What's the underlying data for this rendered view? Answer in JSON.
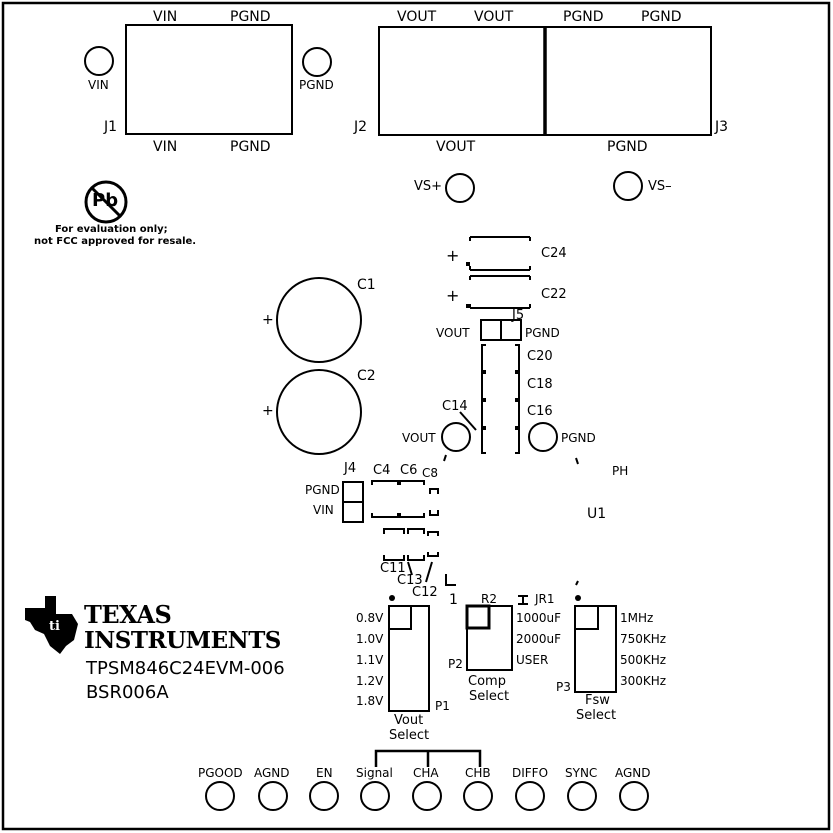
{
  "connectors": {
    "j1": {
      "ref": "J1",
      "top_left": "VIN",
      "top_right": "PGND",
      "bottom_left": "VIN",
      "bottom_right": "PGND"
    },
    "j2": {
      "ref": "J2",
      "top_left": "VOUT",
      "top_right": "VOUT",
      "bottom": "VOUT"
    },
    "j3": {
      "ref": "J3",
      "top_left": "PGND",
      "top_right": "PGND",
      "bottom": "PGND"
    },
    "j4": {
      "ref": "J4",
      "pin1": "PGND",
      "pin2": "VIN"
    },
    "j5": {
      "ref": "J5",
      "left": "VOUT",
      "right": "PGND"
    }
  },
  "testpoints": {
    "vin": "VIN",
    "pgnd_top": "PGND",
    "vs_plus": "VS+",
    "vs_minus": "VS–",
    "vout_mid": "VOUT",
    "pgnd_mid": "PGND"
  },
  "notice": {
    "pb_symbol": "Pb",
    "line1": "For evaluation only;",
    "line2": "not FCC approved for resale."
  },
  "caps": {
    "c1": "C1",
    "c2": "C2",
    "c24": "C24",
    "c22": "C22",
    "c20": "C20",
    "c18": "C18",
    "c16": "C16",
    "c14": "C14",
    "c4": "C4",
    "c6": "C6",
    "c8": "C8",
    "c11": "C11",
    "c13": "C13",
    "c12": "C12"
  },
  "polarity_mark": "+",
  "ic": {
    "ref": "U1",
    "ph": "PH",
    "pin1": "1"
  },
  "logo": {
    "brand_line1": "TEXAS",
    "brand_line2": "INSTRUMENTS",
    "model": "TPSM846C24EVM-006",
    "board_id": "BSR006A"
  },
  "vout_select": {
    "ref": "P1",
    "title1": "Vout",
    "title2": "Select",
    "options": [
      "0.8V",
      "1.0V",
      "1.1V",
      "1.2V",
      "1.8V"
    ]
  },
  "comp_select": {
    "ref": "P2",
    "title1": "Comp",
    "title2": "Select",
    "r2": "R2",
    "jr1": "JR1",
    "options": [
      "1000uF",
      "2000uF",
      "USER"
    ]
  },
  "fsw_select": {
    "ref": "P3",
    "title1": "Fsw",
    "title2": "Select",
    "options": [
      "1MHz",
      "750KHz",
      "500KHz",
      "300KHz"
    ]
  },
  "bottom_testpoints": [
    "PGOOD",
    "AGND",
    "EN",
    "Signal",
    "CHA",
    "CHB",
    "DIFFO",
    "SYNC",
    "AGND"
  ]
}
